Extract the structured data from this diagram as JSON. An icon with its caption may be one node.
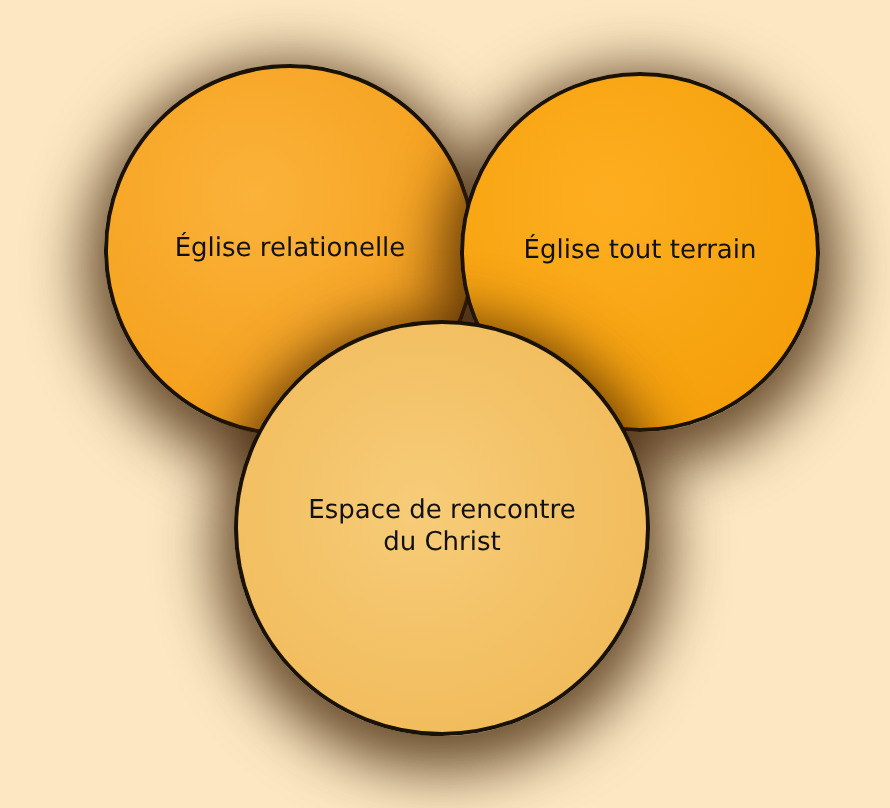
{
  "diagram": {
    "nodes": [
      {
        "text": [
          "Église relationelle"
        ]
      },
      {
        "text": [
          "Église tout terrain"
        ]
      },
      {
        "text": [
          "Espace de rencontre du Christ"
        ]
      }
    ]
  }
}
